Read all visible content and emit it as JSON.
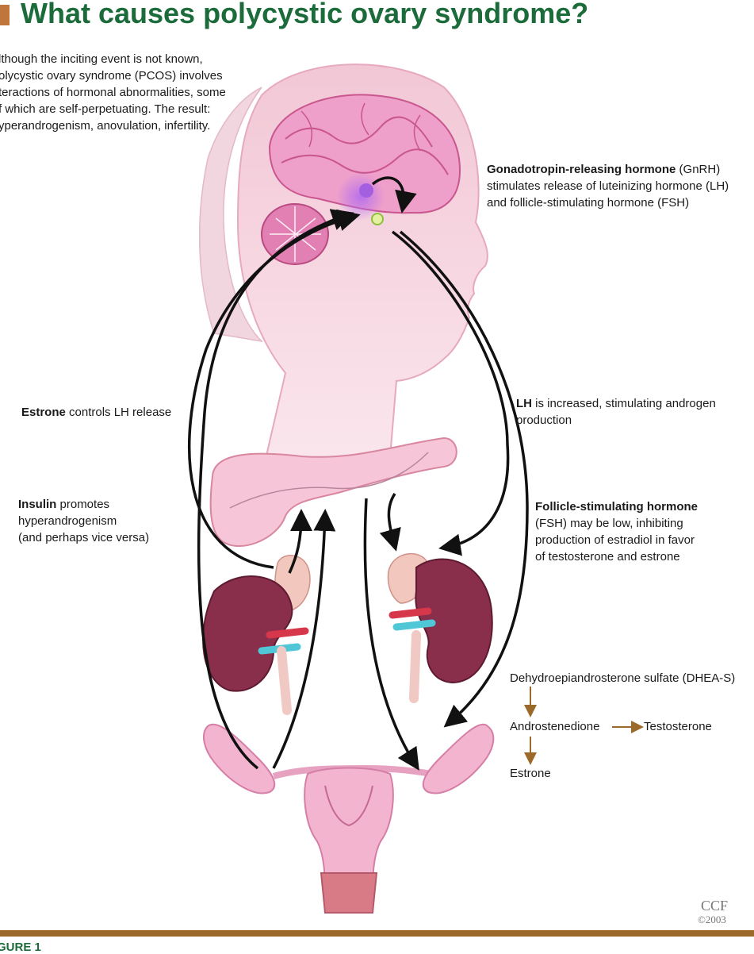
{
  "title": "What causes polycystic ovary syndrome?",
  "intro": "lthough the inciting event is not known,\nolycystic ovary syndrome (PCOS) involves\nteractions of hormonal abnormalities, some\nf which are self-perpetuating. The result:\nyperandrogenism, anovulation, infertility.",
  "labels": {
    "gnrh_bold": "Gonadotropin-releasing hormone",
    "gnrh_rest": " (GnRH)\nstimulates release of luteinizing hormone (LH)\nand follicle-stimulating hormone (FSH)",
    "estrone_bold": "Estrone",
    "estrone_rest": " controls LH release",
    "lh_bold": "LH",
    "lh_rest": " is increased, stimulating androgen\nproduction",
    "insulin_bold": "Insulin",
    "insulin_rest": " promotes\nhyperandrogenism\n(and perhaps vice versa)",
    "fsh_bold": "Follicle-stimulating hormone",
    "fsh_rest": "\n(FSH) may be low, inhibiting\nproduction of estradiol in favor\nof testosterone and estrone"
  },
  "pathway": {
    "dheas": "Dehydroepiandrosterone sulfate (DHEA-S)",
    "androstenedione": "Androstenedione",
    "testosterone": "Testosterone",
    "estrone": "Estrone"
  },
  "figure_label": "GURE 1",
  "credit": {
    "org": "CCF",
    "year": "©2003"
  },
  "colors": {
    "title": "#1c6b3a",
    "pathway_arrow": "#9b6a2a",
    "skin": "#f4cad8",
    "brain": "#e58cbf",
    "kidney": "#8a2f4b",
    "pancreas": "#f5c3d6"
  }
}
